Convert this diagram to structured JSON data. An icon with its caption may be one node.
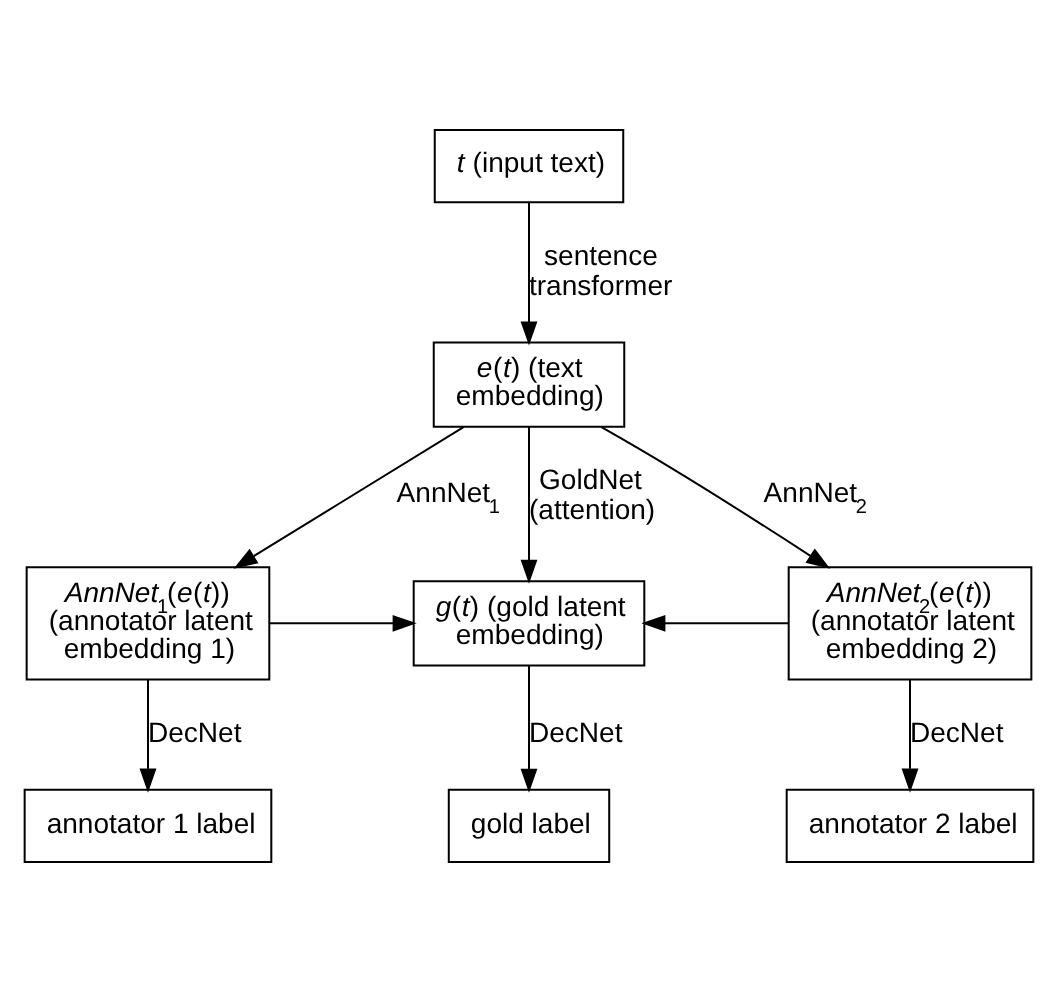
{
  "diagram": {
    "nodes": [
      {
        "text": [
          "*t* (input text)"
        ]
      },
      {
        "text": [
          "*e*(*t*) (text embedding)"
        ]
      },
      {
        "text": [
          "*AnnNet*$_{1}$(*e*(*t*)) (annotator latent embedding 1)"
        ]
      },
      {
        "text": [
          "*g*(*t*) (gold latent embedding)"
        ]
      },
      {
        "text": [
          "*AnnNet*$_{2}$(*e*(*t*)) (annotator latent embedding 2)"
        ]
      },
      {
        "text": [
          "annotator 1 label"
        ]
      },
      {
        "text": [
          "gold label"
        ]
      },
      {
        "text": [
          "annotator 2 label"
        ]
      }
    ],
    "edges": [
      {
        "from": 0,
        "to": 1,
        "arrow": "to",
        "label": "sentence transformer"
      },
      {
        "from": 1,
        "to": 2,
        "arrow": "to",
        "label": "AnnNet$_{1}$"
      },
      {
        "from": 1,
        "to": 3,
        "arrow": "to",
        "label": "GoldNet (attention)"
      },
      {
        "from": 1,
        "to": 4,
        "arrow": "to",
        "label": "AnnNet$_{2}$"
      },
      {
        "from": 2,
        "to": 3,
        "arrow": "to"
      },
      {
        "from": 4,
        "to": 3,
        "arrow": "to"
      },
      {
        "from": 2,
        "to": 5,
        "arrow": "to",
        "label": "DecNet"
      },
      {
        "from": 3,
        "to": 6,
        "arrow": "to",
        "label": "DecNet"
      },
      {
        "from": 4,
        "to": 7,
        "arrow": "to",
        "label": "DecNet"
      }
    ]
  }
}
